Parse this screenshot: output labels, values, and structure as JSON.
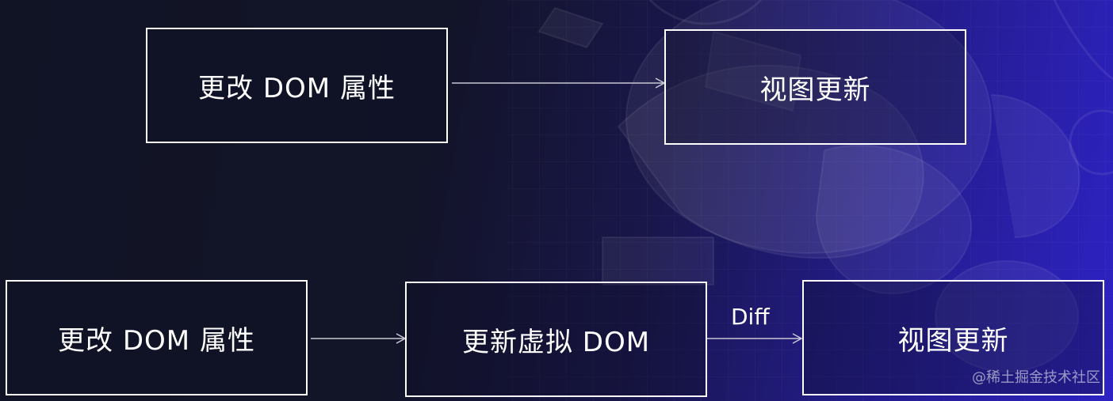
{
  "diagram": {
    "flow_direct": {
      "step1": "更改 DOM 属性",
      "step2": "视图更新"
    },
    "flow_virtual": {
      "step1": "更改 DOM 属性",
      "step2": "更新虚拟 DOM",
      "step3": "视图更新",
      "edge_label": "Diff"
    }
  },
  "watermark": "@稀土掘金技术社区",
  "colors": {
    "background_dark": "#111425",
    "background_accent": "#2e22c4",
    "box_border": "#ffffff",
    "arrow": "#c8c8d4"
  }
}
